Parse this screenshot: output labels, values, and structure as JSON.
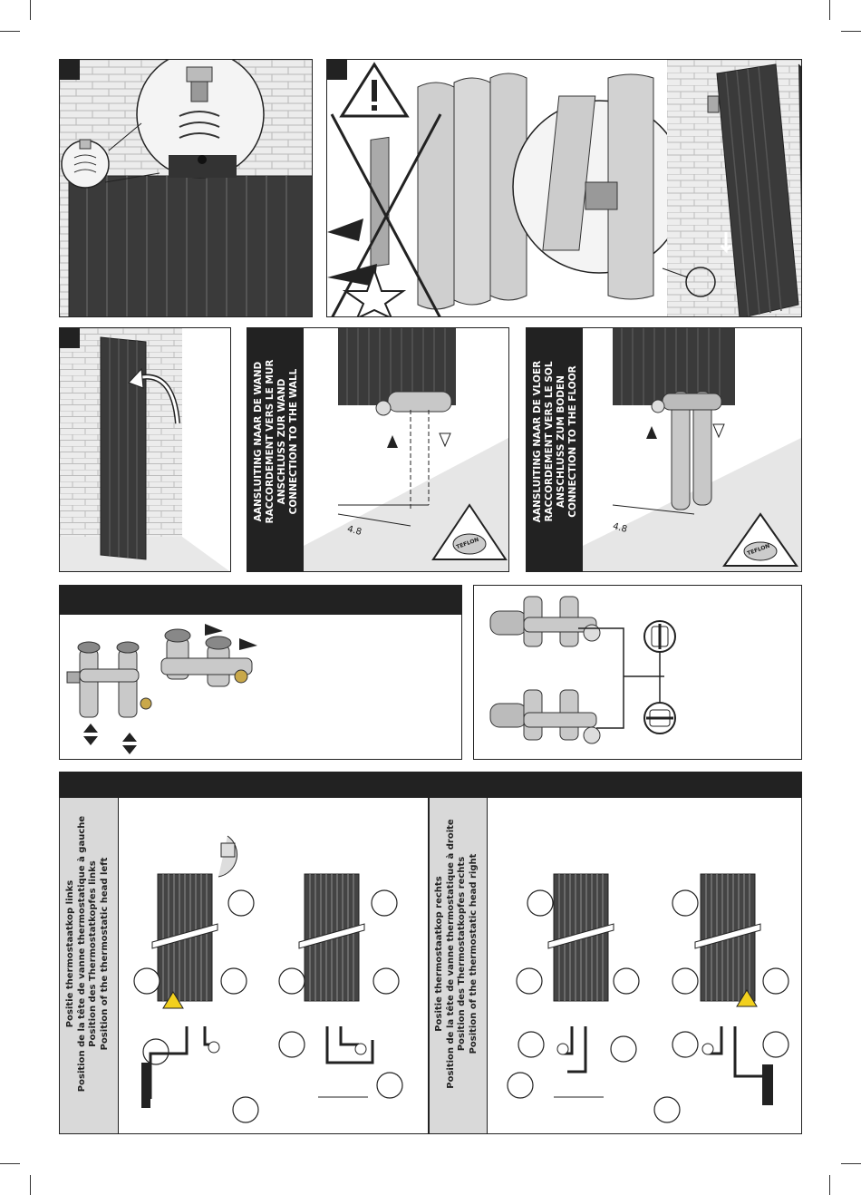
{
  "wall_connection": {
    "lines": [
      "AANSLUITING NAAR DE WAND",
      "RACCORDEMENT VERS LE MUR",
      "ANSCHLUSS ZUR WAND",
      "CONNECTION TO THE WALL"
    ],
    "dimension": "4.8"
  },
  "floor_connection": {
    "lines": [
      "AANSLUITING NAAR DE VLOER",
      "RACCORDEMENT VERS LE SOL",
      "ANSCHLUSS ZUM BODEN",
      "CONNECTION TO THE FLOOR"
    ],
    "dimension": "4.8"
  },
  "tape_label": "TEFLON",
  "thermostat_left": {
    "lines": [
      "Positie thermostaatkop links",
      "Position de la tête de vanne thermostatique à gauche",
      "Position des Thermostatkopfes links",
      "Position of the thermostatic head left"
    ]
  },
  "thermostat_right": {
    "lines": [
      "Positie thermostaatkop rechts",
      "Position de la tête de vanne thermostatique à droite",
      "Position des Thermostatkopfes rechts",
      "Position of the thermostatic head right"
    ]
  }
}
